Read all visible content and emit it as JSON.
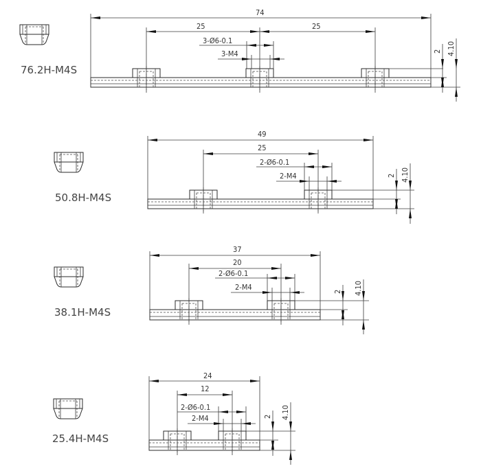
{
  "drawing": {
    "background": "#ffffff",
    "line_color": "#2a2a2a",
    "parts": [
      {
        "label": "76.2H-M4S",
        "overall_length": "74",
        "pitch_labels": [
          "25",
          "25"
        ],
        "hole_callout": "3-Ø6-0.1",
        "thread_callout": "3-M4",
        "height_nut": "2",
        "height_total": "4.10",
        "nut_count": 3
      },
      {
        "label": "50.8H-M4S",
        "overall_length": "49",
        "pitch_labels": [
          "25"
        ],
        "hole_callout": "2-Ø6-0.1",
        "thread_callout": "2-M4",
        "height_nut": "2",
        "height_total": "4.10",
        "nut_count": 2
      },
      {
        "label": "38.1H-M4S",
        "overall_length": "37",
        "pitch_labels": [
          "20"
        ],
        "hole_callout": "2-Ø6-0.1",
        "thread_callout": "2-M4",
        "height_nut": "2",
        "height_total": "4.10",
        "nut_count": 2
      },
      {
        "label": "25.4H-M4S",
        "overall_length": "24",
        "pitch_labels": [
          "12"
        ],
        "hole_callout": "2-Ø6-0.1",
        "thread_callout": "2-M4",
        "height_nut": "2",
        "height_total": "4.10",
        "nut_count": 2
      }
    ]
  }
}
